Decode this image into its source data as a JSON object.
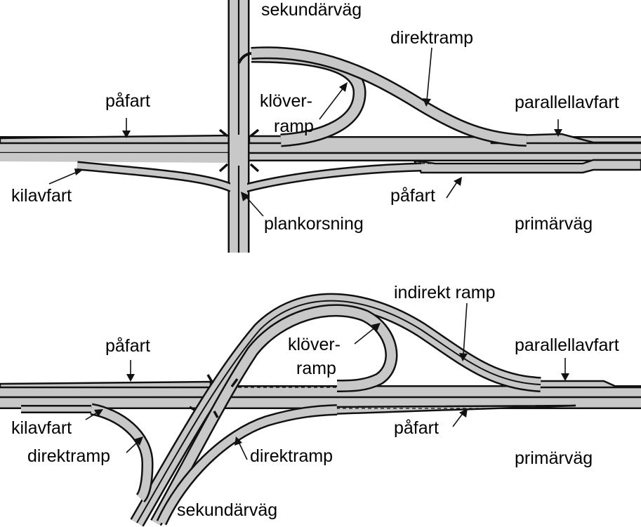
{
  "colors": {
    "road": "#c8c8c8",
    "edge": "#111111",
    "background": "#ffffff"
  },
  "top": {
    "labels": {
      "sekundarvag": "sekundärväg",
      "direktramp": "direktramp",
      "pafart_left": "påfart",
      "klover1": "klöver-",
      "klover2": "ramp",
      "parallellavfart": "parallellavfart",
      "kilavfart": "kilavfart",
      "pafart_right": "påfart",
      "plankorsning": "plankorsning",
      "primarvag": "primärväg"
    }
  },
  "bottom": {
    "labels": {
      "indirekt_ramp": "indirekt ramp",
      "pafart_left": "påfart",
      "klover1": "klöver-",
      "klover2": "ramp",
      "parallellavfart": "parallellavfart",
      "kilavfart": "kilavfart",
      "direktramp_left": "direktramp",
      "pafart_right": "påfart",
      "direktramp_right": "direktramp",
      "primarvag": "primärväg",
      "sekundarvag": "sekundärväg"
    }
  }
}
